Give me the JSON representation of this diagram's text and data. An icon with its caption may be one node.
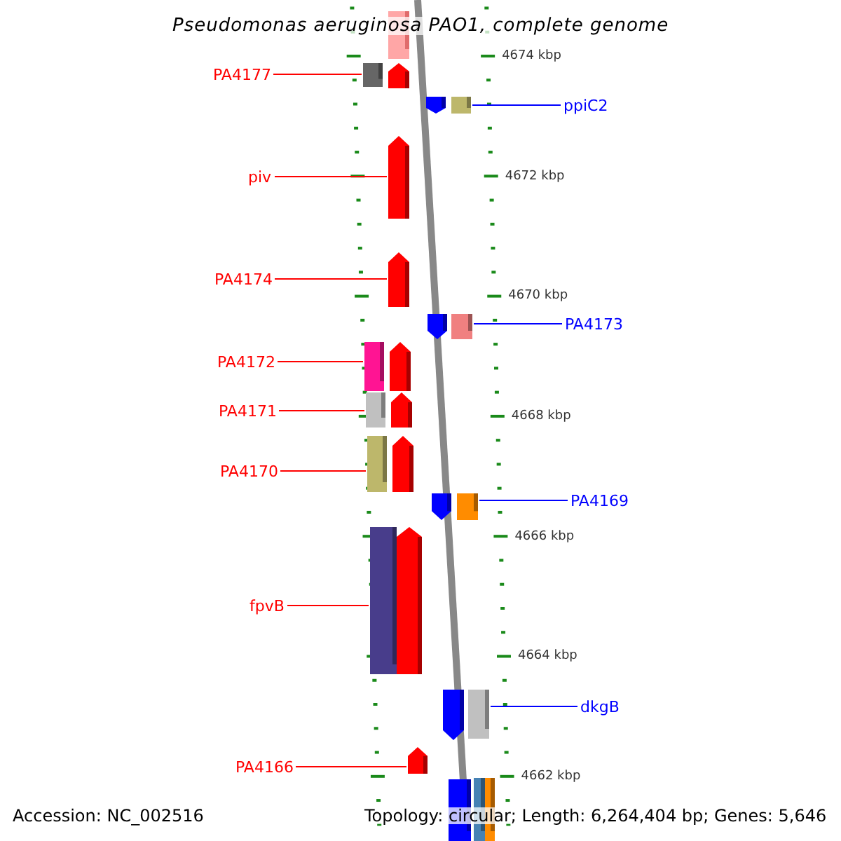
{
  "diagram": {
    "title": "Pseudomonas aeruginosa PAO1, complete genome",
    "nodes": [
      {
        "text": [],
        "shape": "bar"
      },
      {
        "text": [
          "PA4177"
        ]
      },
      {
        "text": [],
        "shape": "bar"
      },
      {
        "text": [],
        "shape": "pentagon"
      },
      {
        "text": [],
        "shape": "pentagon"
      },
      {
        "text": [],
        "shape": "bar"
      },
      {
        "text": [
          "ppiC2"
        ]
      },
      {
        "text": [
          "piv"
        ]
      },
      {
        "text": [],
        "shape": "pentagon"
      },
      {
        "text": [
          "PA4174"
        ]
      },
      {
        "text": [],
        "shape": "pentagon"
      },
      {
        "text": [],
        "shape": "pentagon"
      },
      {
        "text": [],
        "shape": "bar"
      },
      {
        "text": [
          "PA4173"
        ]
      },
      {
        "text": [
          "PA4172"
        ]
      },
      {
        "text": [],
        "shape": "bar"
      },
      {
        "text": [],
        "shape": "pentagon"
      },
      {
        "text": [
          "PA4171"
        ]
      },
      {
        "text": [],
        "shape": "bar"
      },
      {
        "text": [],
        "shape": "pentagon"
      },
      {
        "text": [
          "PA4170"
        ]
      },
      {
        "text": [],
        "shape": "bar"
      },
      {
        "text": [],
        "shape": "pentagon"
      },
      {
        "text": [],
        "shape": "pentagon"
      },
      {
        "text": [],
        "shape": "bar"
      },
      {
        "text": [
          "PA4169"
        ]
      },
      {
        "text": [
          "fpvB"
        ]
      },
      {
        "text": [],
        "shape": "bar"
      },
      {
        "text": [],
        "shape": "pentagon"
      },
      {
        "text": [],
        "shape": "pentagon"
      },
      {
        "text": [],
        "shape": "bar"
      },
      {
        "text": [
          "dkgB"
        ]
      },
      {
        "text": [
          "PA4166"
        ]
      },
      {
        "text": [],
        "shape": "pentagon"
      },
      {
        "text": [],
        "shape": "bar"
      },
      {
        "text": [],
        "shape": "bar"
      },
      {
        "text": [],
        "shape": "bar"
      }
    ],
    "edges": [
      {
        "from": 1,
        "to": 2,
        "arrow": "none"
      },
      {
        "from": 6,
        "to": 5,
        "arrow": "none",
        "color": "#0000ff"
      },
      {
        "from": 7,
        "to": 8,
        "arrow": "none"
      },
      {
        "from": 9,
        "to": 10,
        "arrow": "none"
      },
      {
        "from": 13,
        "to": 12,
        "arrow": "none",
        "color": "#0000ff"
      },
      {
        "from": 14,
        "to": 15,
        "arrow": "none"
      },
      {
        "from": 17,
        "to": 18,
        "arrow": "none"
      },
      {
        "from": 20,
        "to": 21,
        "arrow": "none"
      },
      {
        "from": 25,
        "to": 24,
        "arrow": "none",
        "color": "#0000ff"
      },
      {
        "from": 26,
        "to": 27,
        "arrow": "none"
      },
      {
        "from": 31,
        "to": 30,
        "arrow": "none",
        "color": "#0000ff"
      },
      {
        "from": 32,
        "to": 33,
        "arrow": "none"
      }
    ],
    "labels": [
      "4674 kbp",
      "4672 kbp",
      "4670 kbp",
      "4668 kbp",
      "4666 kbp",
      "4664 kbp",
      "4662 kbp",
      "Accession: NC_002516",
      "Topology: circular; Length: 6,264,404 bp; Genes: 5,646"
    ]
  }
}
